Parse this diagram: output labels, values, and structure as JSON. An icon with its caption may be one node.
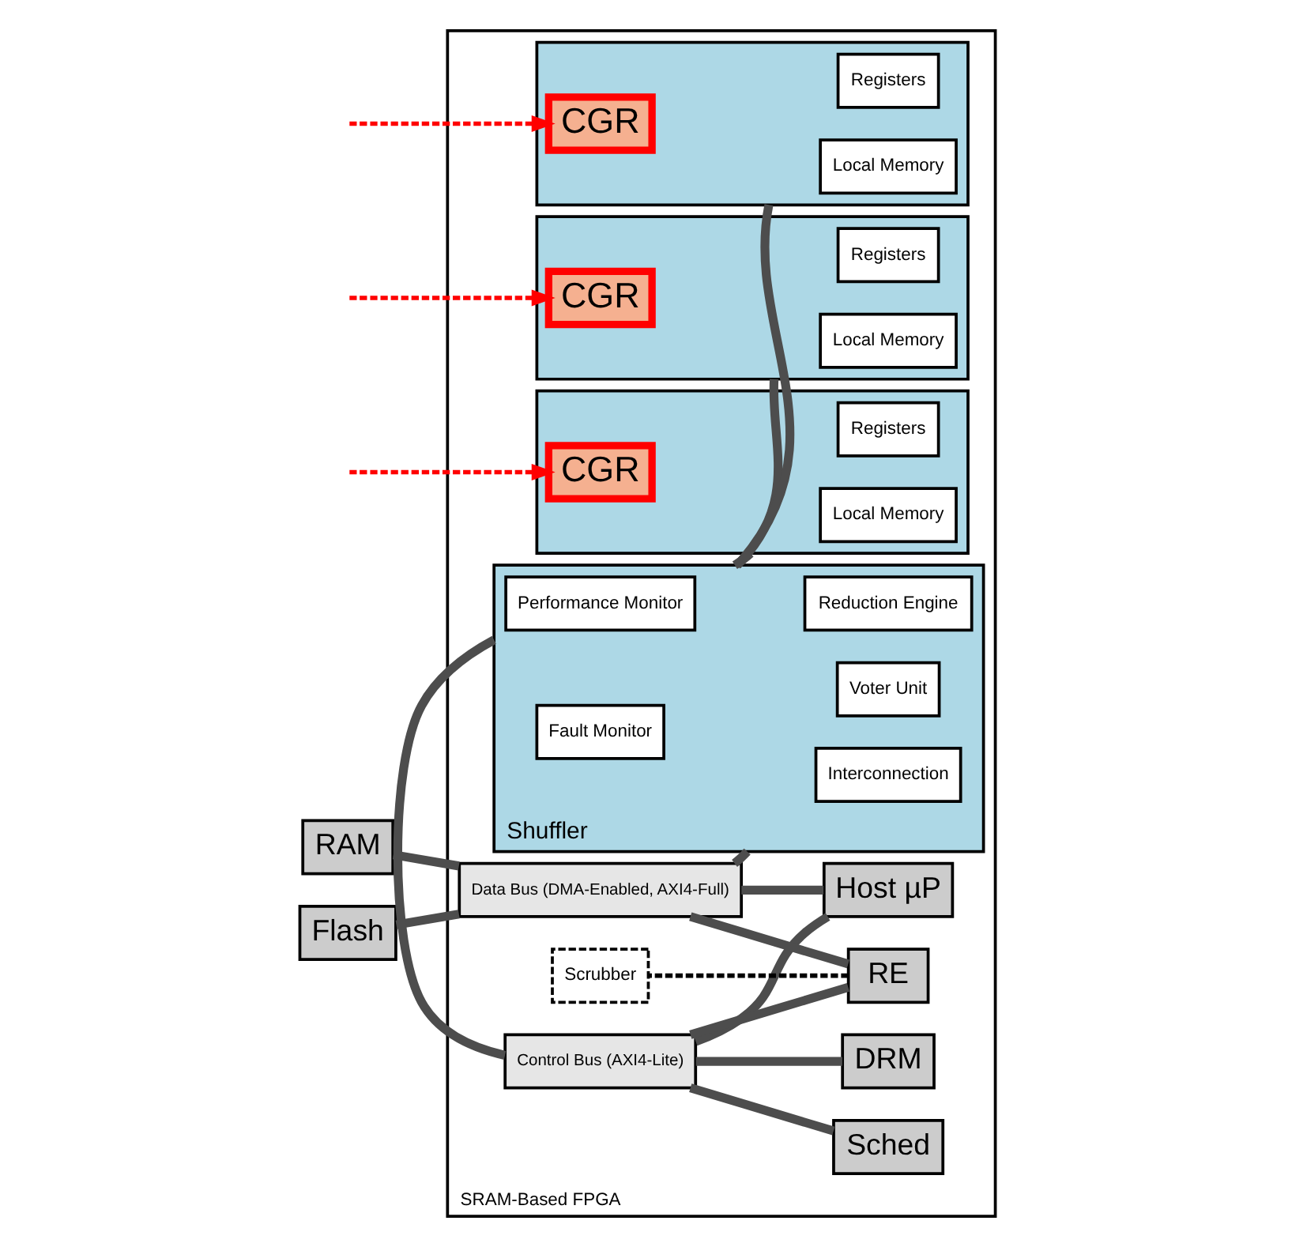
{
  "diagram": {
    "nodes": [
      {
        "text": [
          "SRAM-Based FPGA"
        ]
      },
      {
        "text": [
          "RAM"
        ]
      },
      {
        "text": [
          "Flash"
        ]
      },
      {
        "text": [
          "Control Bus (AXI4-Lite)"
        ],
        "in": 0
      },
      {
        "text": [
          "Data Bus (DMA-Enabled, AXI4-Full)"
        ],
        "in": 0
      },
      {
        "text": [
          "Host µP"
        ],
        "in": 0
      },
      {
        "text": [
          "RE"
        ],
        "in": 0
      },
      {
        "text": [
          "DRM"
        ],
        "in": 0
      },
      {
        "text": [
          "Sched"
        ],
        "in": 0
      },
      {
        "text": [
          "Scrubber"
        ],
        "in": 0
      },
      {
        "text": [
          "Shuffler"
        ],
        "in": 0
      },
      {
        "text": [
          "Reduction Engine"
        ],
        "in": 10
      },
      {
        "text": [
          "Voter Unit"
        ],
        "in": 10
      },
      {
        "text": [
          "Interconnection"
        ],
        "in": 10
      },
      {
        "text": [
          "Performance Monitor"
        ],
        "in": 10
      },
      {
        "text": [
          "Fault Monitor"
        ],
        "in": 10
      },
      {
        "text": [],
        "shape": "box",
        "in": 0
      },
      {
        "text": [
          "Registers"
        ],
        "in": 16
      },
      {
        "text": [
          "Local Memory"
        ],
        "in": 16
      },
      {
        "text": [
          "CGR"
        ],
        "in": 16
      },
      {
        "text": [],
        "shape": "box",
        "in": 0
      },
      {
        "text": [
          "Registers"
        ],
        "in": 20
      },
      {
        "text": [
          "Local Memory"
        ],
        "in": 20
      },
      {
        "text": [
          "CGR"
        ],
        "in": 20
      },
      {
        "text": [],
        "shape": "box",
        "in": 0
      },
      {
        "text": [
          "Registers"
        ],
        "in": 24
      },
      {
        "text": [
          "Local Memory"
        ],
        "in": 24
      },
      {
        "text": [
          "CGR"
        ],
        "in": 24
      }
    ],
    "edges": [
      {
        "from": 3,
        "to": 5,
        "arrow": "none"
      },
      {
        "from": 3,
        "to": 6,
        "arrow": "none"
      },
      {
        "from": 3,
        "to": 7,
        "arrow": "none"
      },
      {
        "from": 3,
        "to": 8,
        "arrow": "none"
      },
      {
        "from": 1,
        "to": 4,
        "arrow": "none"
      },
      {
        "from": 4,
        "to": 5,
        "arrow": "none"
      },
      {
        "from": 6,
        "to": 4,
        "arrow": "none"
      },
      {
        "from": 6,
        "to": 9,
        "arrow": "none",
        "style": "dashed",
        "color": "#000000"
      },
      {
        "from": 3,
        "to": 10,
        "arrow": "none"
      },
      {
        "from": 4,
        "to": 10,
        "arrow": "none"
      },
      {
        "from": 2,
        "to": 4,
        "arrow": "none"
      },
      {
        "from": 10,
        "to": 16,
        "arrow": "none"
      },
      {
        "from": 10,
        "to": 20,
        "arrow": "none"
      },
      {
        "from": 10,
        "to": 24,
        "arrow": "none"
      },
      {
        "from": null,
        "to": 19,
        "arrow": "to",
        "style": "dashed",
        "color": "#ff0000"
      },
      {
        "from": null,
        "to": 23,
        "arrow": "to",
        "style": "dashed",
        "color": "#ff0000"
      },
      {
        "from": null,
        "to": 27,
        "arrow": "to",
        "style": "dashed",
        "color": "#ff0000"
      }
    ]
  }
}
